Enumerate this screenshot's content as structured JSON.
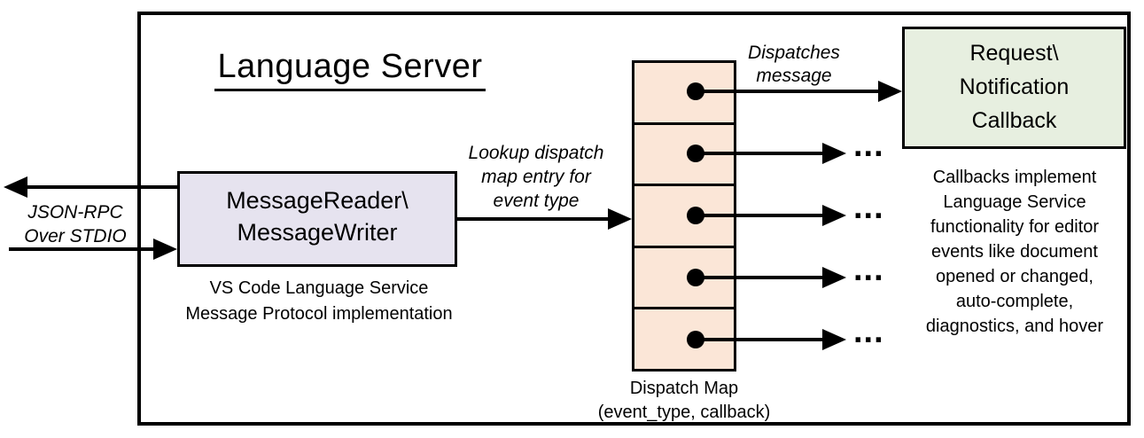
{
  "diagram": {
    "title": "Language Server",
    "message_box": {
      "lines": [
        "MessageReader\\",
        "MessageWriter"
      ],
      "caption_lines": [
        "VS Code Language Service",
        "Message Protocol implementation"
      ]
    },
    "left_channel_label": {
      "lines": [
        "JSON-RPC",
        "Over STDIO"
      ]
    },
    "lookup_label": {
      "lines": [
        "Lookup dispatch",
        "map entry for",
        "event type"
      ]
    },
    "dispatches_label": {
      "lines": [
        "Dispatches",
        "message"
      ]
    },
    "dispatch_map": {
      "caption_lines": [
        "Dispatch Map",
        "(event_type, callback)"
      ],
      "cell_count": 5
    },
    "callback_box": {
      "lines": [
        "Request\\",
        "Notification",
        "Callback"
      ]
    },
    "callbacks_note": {
      "lines": [
        "Callbacks implement",
        "Language Service",
        "functionality for editor",
        "events like document",
        "opened or changed,",
        "auto-complete,",
        "diagnostics, and hover"
      ]
    },
    "ellipsis": "...",
    "colors": {
      "message_box_fill": "#e6e3ef",
      "dispatch_map_fill": "#fbe6d7",
      "callback_box_fill": "#e7efe0",
      "line_color": "#000000",
      "background": "#ffffff"
    }
  }
}
